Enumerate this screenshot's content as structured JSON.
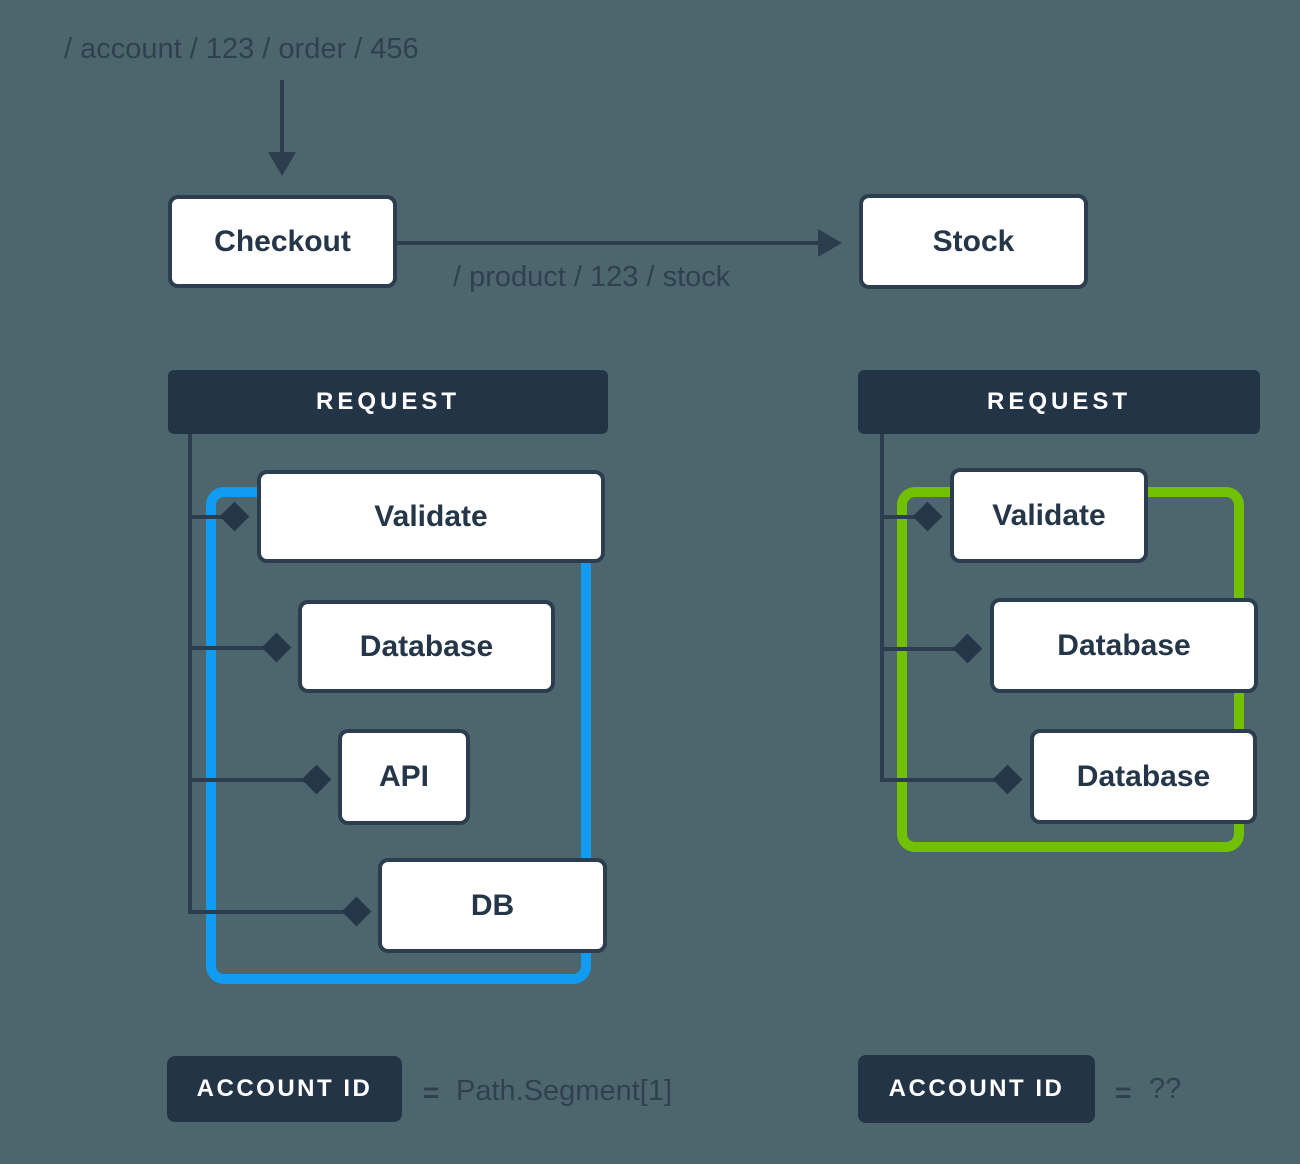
{
  "colors": {
    "background": "#4d666e",
    "navy": "#243447",
    "line": "#2c3d4f",
    "box_fill": "#ffffff",
    "highlight_blue": "#109cf1",
    "highlight_green": "#72c002"
  },
  "flow": {
    "incoming_path": "/ account / 123 / order / 456",
    "checkout_label": "Checkout",
    "stock_path": "/ product / 123 / stock",
    "stock_label": "Stock"
  },
  "left_panel": {
    "header": "REQUEST",
    "nodes": [
      "Validate",
      "Database",
      "API",
      "DB"
    ],
    "footer": {
      "badge": "ACCOUNT ID",
      "equals": "=",
      "value": "Path.Segment[1]"
    }
  },
  "right_panel": {
    "header": "REQUEST",
    "nodes": [
      "Validate",
      "Database",
      "Database"
    ],
    "footer": {
      "badge": "ACCOUNT ID",
      "equals": "=",
      "value": "??"
    }
  }
}
